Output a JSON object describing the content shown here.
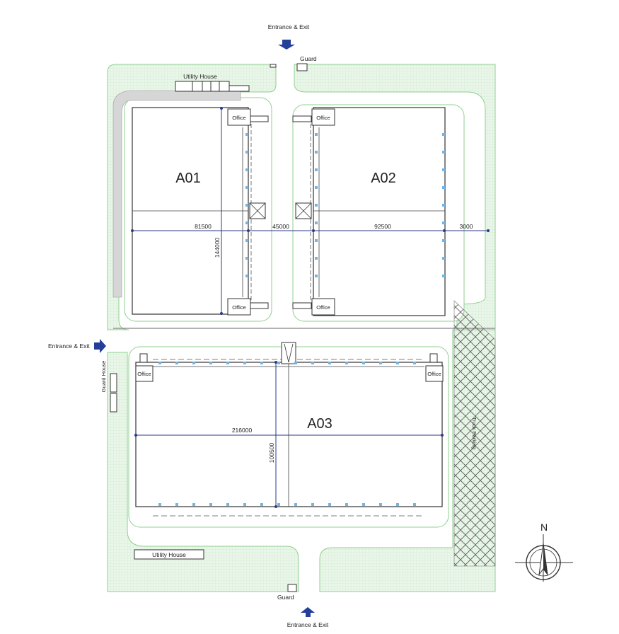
{
  "buildings": {
    "a01": "A01",
    "a02": "A02",
    "a03": "A03"
  },
  "labels": {
    "entrance_top": "Entrance & Exit",
    "entrance_left": "Entrance & Exit",
    "entrance_bottom": "Entrance & Exit",
    "guard_top": "Guard",
    "guard_bottom": "Guard",
    "guard_house": "Guard House",
    "utility_house_top": "Utility House",
    "utility_house_bottom": "Utility House",
    "truck_parking": "Truck Parking",
    "office": "Office",
    "north": "N"
  },
  "dimensions": {
    "a01_width": "81500",
    "gap_between": "45000",
    "a02_width": "92500",
    "right_margin": "3000",
    "a01_depth": "144000",
    "a03_width": "216000",
    "a03_depth": "100500"
  },
  "colors": {
    "landscape": "#e6f4e6",
    "landscape_edge": "#9fd39f",
    "dimension": "#2a3a8a",
    "arrow": "#243f9a",
    "dock": "#6fb6e6"
  }
}
